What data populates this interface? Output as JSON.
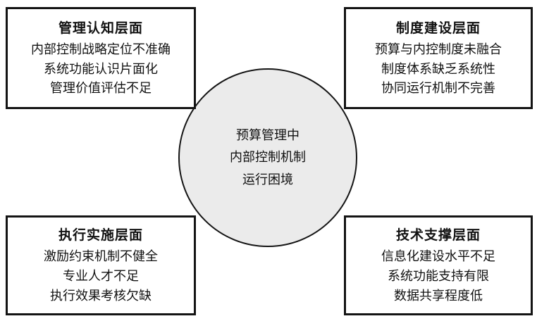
{
  "diagram": {
    "center": {
      "lines": [
        "预算管理中",
        "内部控制机制",
        "运行困境"
      ]
    },
    "boxes": [
      {
        "position": "top-left",
        "title": "管理认知层面",
        "lines": [
          "内部控制战略定位不准确",
          "系统功能认识片面化",
          "管理价值评估不足"
        ]
      },
      {
        "position": "top-right",
        "title": "制度建设层面",
        "lines": [
          "预算与内控制度未融合",
          "制度体系缺乏系统性",
          "协同运行机制不完善"
        ]
      },
      {
        "position": "bottom-left",
        "title": "执行实施层面",
        "lines": [
          "激励约束机制不健全",
          "专业人才不足",
          "执行效果考核欠缺"
        ]
      },
      {
        "position": "bottom-right",
        "title": "技术支撑层面",
        "lines": [
          "信息化建设水平不足",
          "系统功能支持有限",
          "数据共享程度低"
        ]
      }
    ],
    "colors": {
      "border": "#141414",
      "circle_fill": "#ebebeb",
      "box_fill": "#ffffff",
      "background": "#ffffff"
    }
  }
}
